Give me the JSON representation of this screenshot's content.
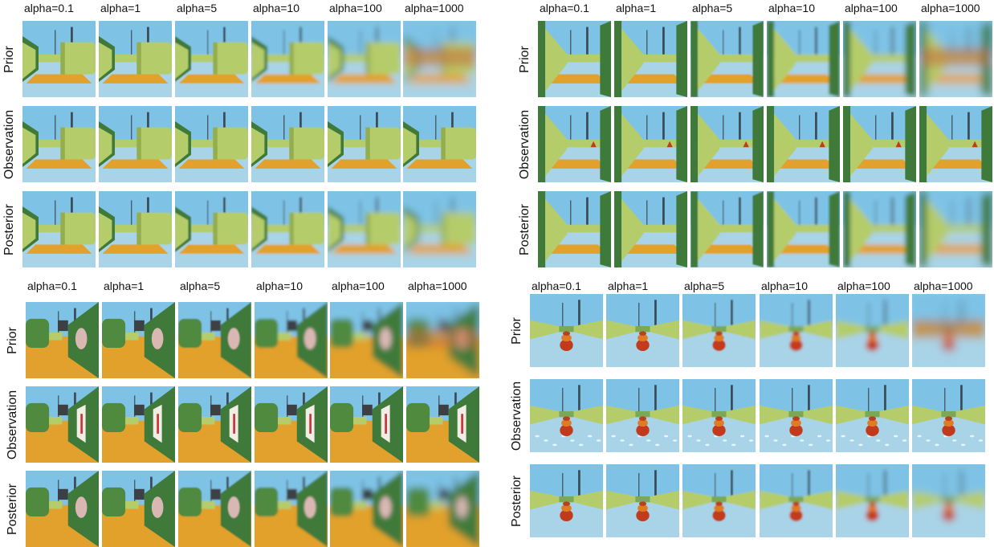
{
  "column_labels": [
    "alpha=0.1",
    "alpha=1",
    "alpha=5",
    "alpha=10",
    "alpha=100",
    "alpha=1000"
  ],
  "row_labels": [
    "Prior",
    "Observation",
    "Posterior"
  ],
  "panels": [
    {
      "name": "top-left",
      "scene": "corridor-wall",
      "floor": "orange-stripe"
    },
    {
      "name": "top-right",
      "scene": "corridor-long",
      "floor": "orange-stripe"
    },
    {
      "name": "bottom-left",
      "scene": "corridor-poster",
      "floor": "orange-full"
    },
    {
      "name": "bottom-right",
      "scene": "open-target",
      "floor": "water"
    }
  ],
  "blur_levels": [
    0,
    0.3,
    0.9,
    1.8,
    3.5,
    6
  ],
  "colors": {
    "sky": "#7ec3e6",
    "wall": "#b5cc6a",
    "wall_dark": "#3f7a3a",
    "floor_water": "#a9d3e6",
    "floor_orange": "#e2a12c",
    "target": "#c23a1c"
  }
}
